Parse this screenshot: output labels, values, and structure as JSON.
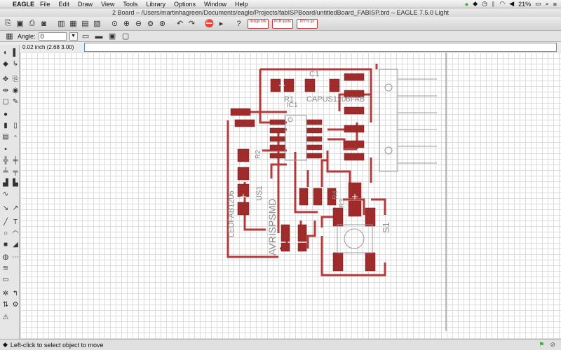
{
  "menubar": {
    "app_name": "EAGLE",
    "items": [
      "File",
      "Edit",
      "Draw",
      "View",
      "Tools",
      "Library",
      "Options",
      "Window",
      "Help"
    ],
    "battery": "21%",
    "clock": "⏺"
  },
  "window": {
    "title": "2 Board – /Users/martinhagreen/Documents/eagle/Projects/fabISPBoard/untitledBoard_FABISP.brd – EAGLE 7.5.0 Light"
  },
  "toolbar": {
    "badges": [
      "design link",
      "PCB quote",
      "DIY to go"
    ]
  },
  "param_bar": {
    "angle_label": "Angle:",
    "angle_value": "0"
  },
  "command_bar": {
    "coordinates": "0.02 inch (2.68 3.00)",
    "command_value": ""
  },
  "board_labels": {
    "c1": "C1",
    "r1": "R1",
    "cap_value": "CAPUS1206FAB",
    "ic1": "IC1",
    "r2": "R2",
    "us1": "US1",
    "led_value": "LEDFAB1206",
    "avr_header": "AVRISPSMD",
    "r3": "R3",
    "r4": "R4",
    "s1": "S1"
  },
  "status": {
    "message": "Left-click to select object to move"
  },
  "colors": {
    "trace": "#b33b3b",
    "pad": "#a02b2b",
    "grid": "#dcdcdc",
    "label": "#8a8a8a"
  }
}
